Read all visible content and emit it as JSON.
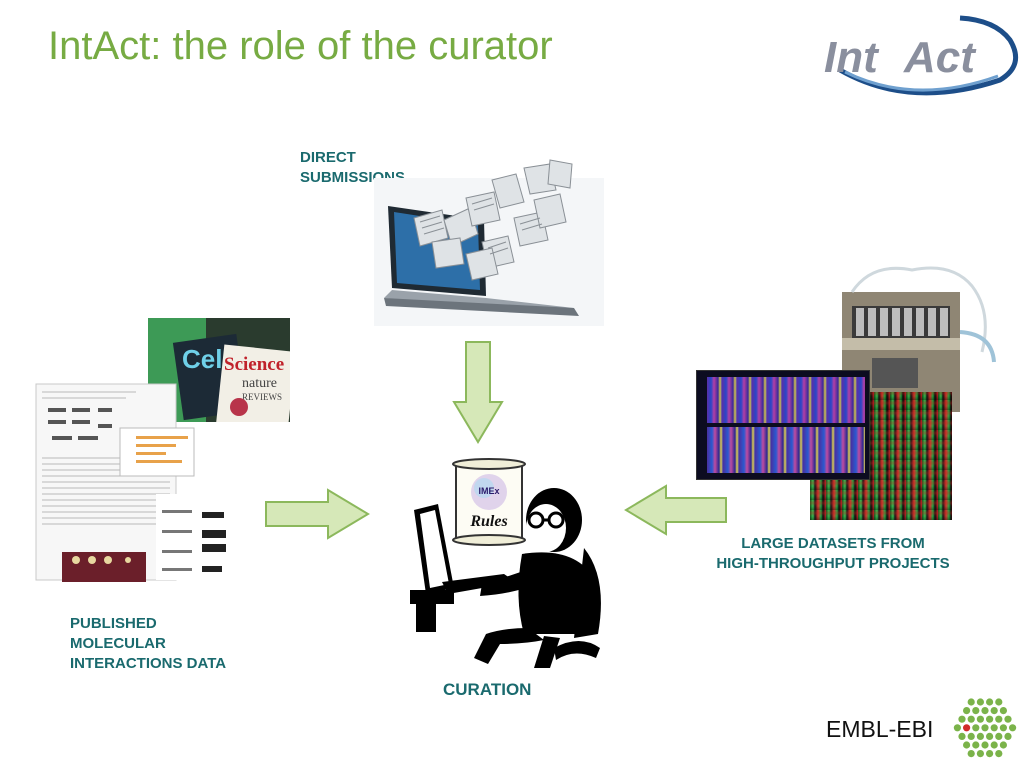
{
  "slide": {
    "title": "IntAct: the role of the curator"
  },
  "logo": {
    "text_int": "Int",
    "text_act": "Act"
  },
  "labels": {
    "direct_submissions": "DIRECT\nSUBMISSIONS",
    "large_datasets": "LARGE DATASETS FROM\nHIGH-THROUGHPUT PROJECTS",
    "published_data": "PUBLISHED\nMOLECULAR\nINTERACTIONS DATA",
    "curation": "CURATION"
  },
  "curator_icon": {
    "scroll_top": "IMEx",
    "scroll_text": "Rules"
  },
  "journals": {
    "cell": "Cell",
    "science": "Science",
    "nature": "nature",
    "reviews": "REVIEWS"
  },
  "footer": {
    "institute": "EMBL-EBI"
  },
  "colors": {
    "title": "#77ab43",
    "label": "#1a6a6e",
    "arrow_fill": "#d6e8b8",
    "arrow_stroke": "#8cb85c"
  }
}
